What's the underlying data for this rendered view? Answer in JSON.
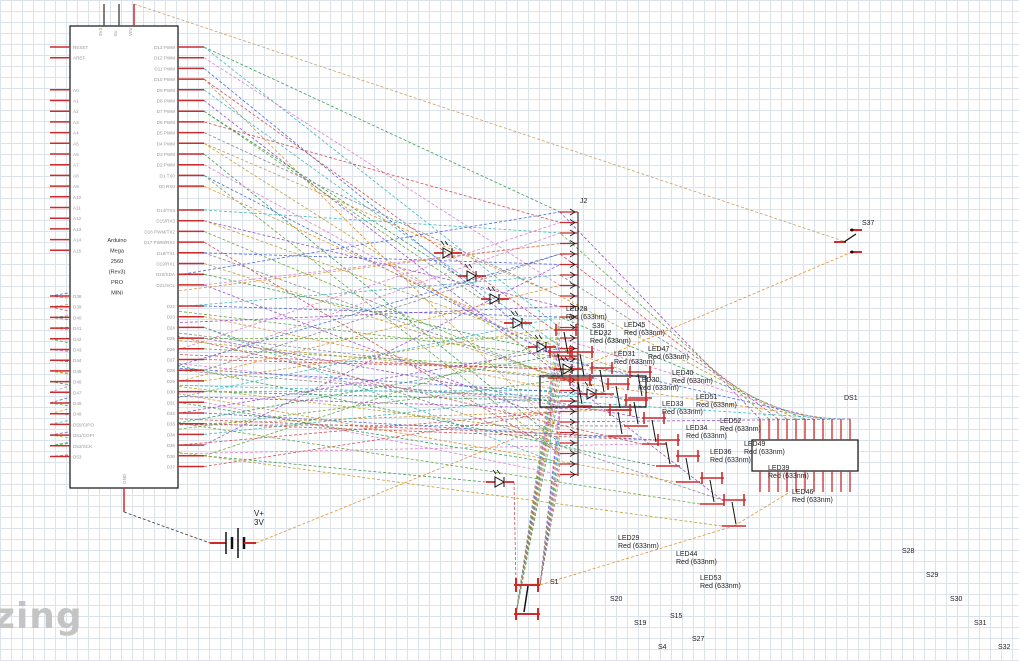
{
  "watermark": "zing",
  "colors": {
    "wire": [
      "#3aa055",
      "#e07fd0",
      "#4b6be0",
      "#e0942e",
      "#40b8c0",
      "#9a50c8",
      "#6aa840",
      "#d05050",
      "#888888",
      "#c0a030"
    ],
    "pin": "#cc2b2b",
    "body_stroke": "#111111"
  },
  "arduino": {
    "name_lines": [
      "Arduino",
      "Mega",
      "2560",
      "(Rev3)",
      "PRO",
      "MINI"
    ],
    "top_pins": [
      "3V3",
      "5V",
      "VIN"
    ],
    "bottom_pin": "GND",
    "left_pins_top": [
      "RESET",
      "AREF",
      "",
      "",
      "A0",
      "A1",
      "A2",
      "A3",
      "A4",
      "A5",
      "A6",
      "A7",
      "A8",
      "A9",
      "A10",
      "A11",
      "A12",
      "A13",
      "A14",
      "A15"
    ],
    "left_pins_bottom": [
      "D38",
      "D39",
      "D40",
      "D41",
      "D42",
      "D43",
      "D44",
      "D45",
      "D46",
      "D47",
      "D48",
      "D49",
      "D50/CIPO",
      "D51/COPI",
      "D52/SCK",
      "D53"
    ],
    "right_pins_top": [
      "D13 PWM",
      "D12 PWM",
      "D11 PWM",
      "D10 PWM",
      "D9 PWM",
      "D8 PWM",
      "D7 PWM",
      "D6 PWM",
      "D5 PWM",
      "D4 PWM",
      "D3 PWM",
      "D2 PWM",
      "D1 TX0",
      "D0 RX0"
    ],
    "right_pins_mid": [
      "D14/TX3",
      "D15/RX3",
      "D16 PWM/TX2",
      "D17 PWM/RX2",
      "D18/TX1",
      "D19/RX1",
      "D20/SDA",
      "D21/SCL"
    ],
    "right_pins_bottom": [
      "D22",
      "D23",
      "D24",
      "D25",
      "D26",
      "D27",
      "D28",
      "D29",
      "D30",
      "D31",
      "D32",
      "D33",
      "D34",
      "D35",
      "D36",
      "D37"
    ]
  },
  "battery": {
    "label": "V+",
    "value": "3V"
  },
  "connector_j2": {
    "label": "J2",
    "pin_count": 26
  },
  "display": {
    "label": "DS1"
  },
  "switch_s37": {
    "label": "S37"
  },
  "switch_s1": {
    "label": "S1"
  },
  "switch_s36": {
    "label": "S36"
  },
  "led_labels": [
    {
      "name": "LED28",
      "value": "Red (633nm)"
    },
    {
      "name": "LED32",
      "value": "Red (633nm)"
    },
    {
      "name": "LED45",
      "value": "Red (633nm)"
    },
    {
      "name": "LED47",
      "value": "Red (633nm)"
    },
    {
      "name": "LED31",
      "value": "Red (633nm)"
    },
    {
      "name": "LED30",
      "value": "Red (633nm)"
    },
    {
      "name": "LED40",
      "value": "Red (633nm)"
    },
    {
      "name": "LED33",
      "value": "Red (633nm)"
    },
    {
      "name": "LED51",
      "value": "Red (633nm)"
    },
    {
      "name": "LED34",
      "value": "Red (633nm)"
    },
    {
      "name": "LED52",
      "value": "Red (633nm)"
    },
    {
      "name": "LED49",
      "value": "Red (633nm)"
    },
    {
      "name": "LED36",
      "value": "Red (633nm)"
    },
    {
      "name": "LED39",
      "value": "Red (633nm)"
    },
    {
      "name": "LED46",
      "value": "Red (633nm)"
    },
    {
      "name": "LED29",
      "value": "Red (633nm)"
    },
    {
      "name": "LED44",
      "value": "Red (633nm)"
    },
    {
      "name": "LED53",
      "value": "Red (633nm)"
    }
  ],
  "switch_labels": [
    "S20",
    "S19",
    "S15",
    "S27",
    "S4",
    "S28",
    "S29",
    "S30",
    "S31",
    "S32"
  ]
}
